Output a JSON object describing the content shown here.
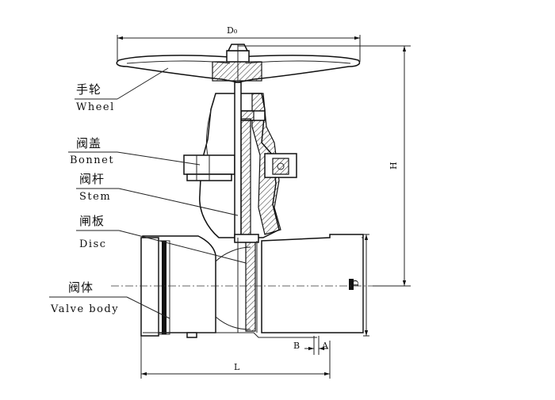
{
  "callouts": [
    {
      "key": "wheel",
      "zh": "手轮",
      "en": "Wheel"
    },
    {
      "key": "bonnet",
      "zh": "阀盖",
      "en": "Bonnet"
    },
    {
      "key": "stem",
      "zh": "阀杆",
      "en": "Stem"
    },
    {
      "key": "disc",
      "zh": "闸板",
      "en": "Disc"
    },
    {
      "key": "body",
      "zh": "阀体",
      "en": "Valve body"
    }
  ],
  "dimensions": {
    "d0": "D₀",
    "h": "H",
    "d": "D",
    "l": "L",
    "b": "B",
    "a": "A"
  }
}
